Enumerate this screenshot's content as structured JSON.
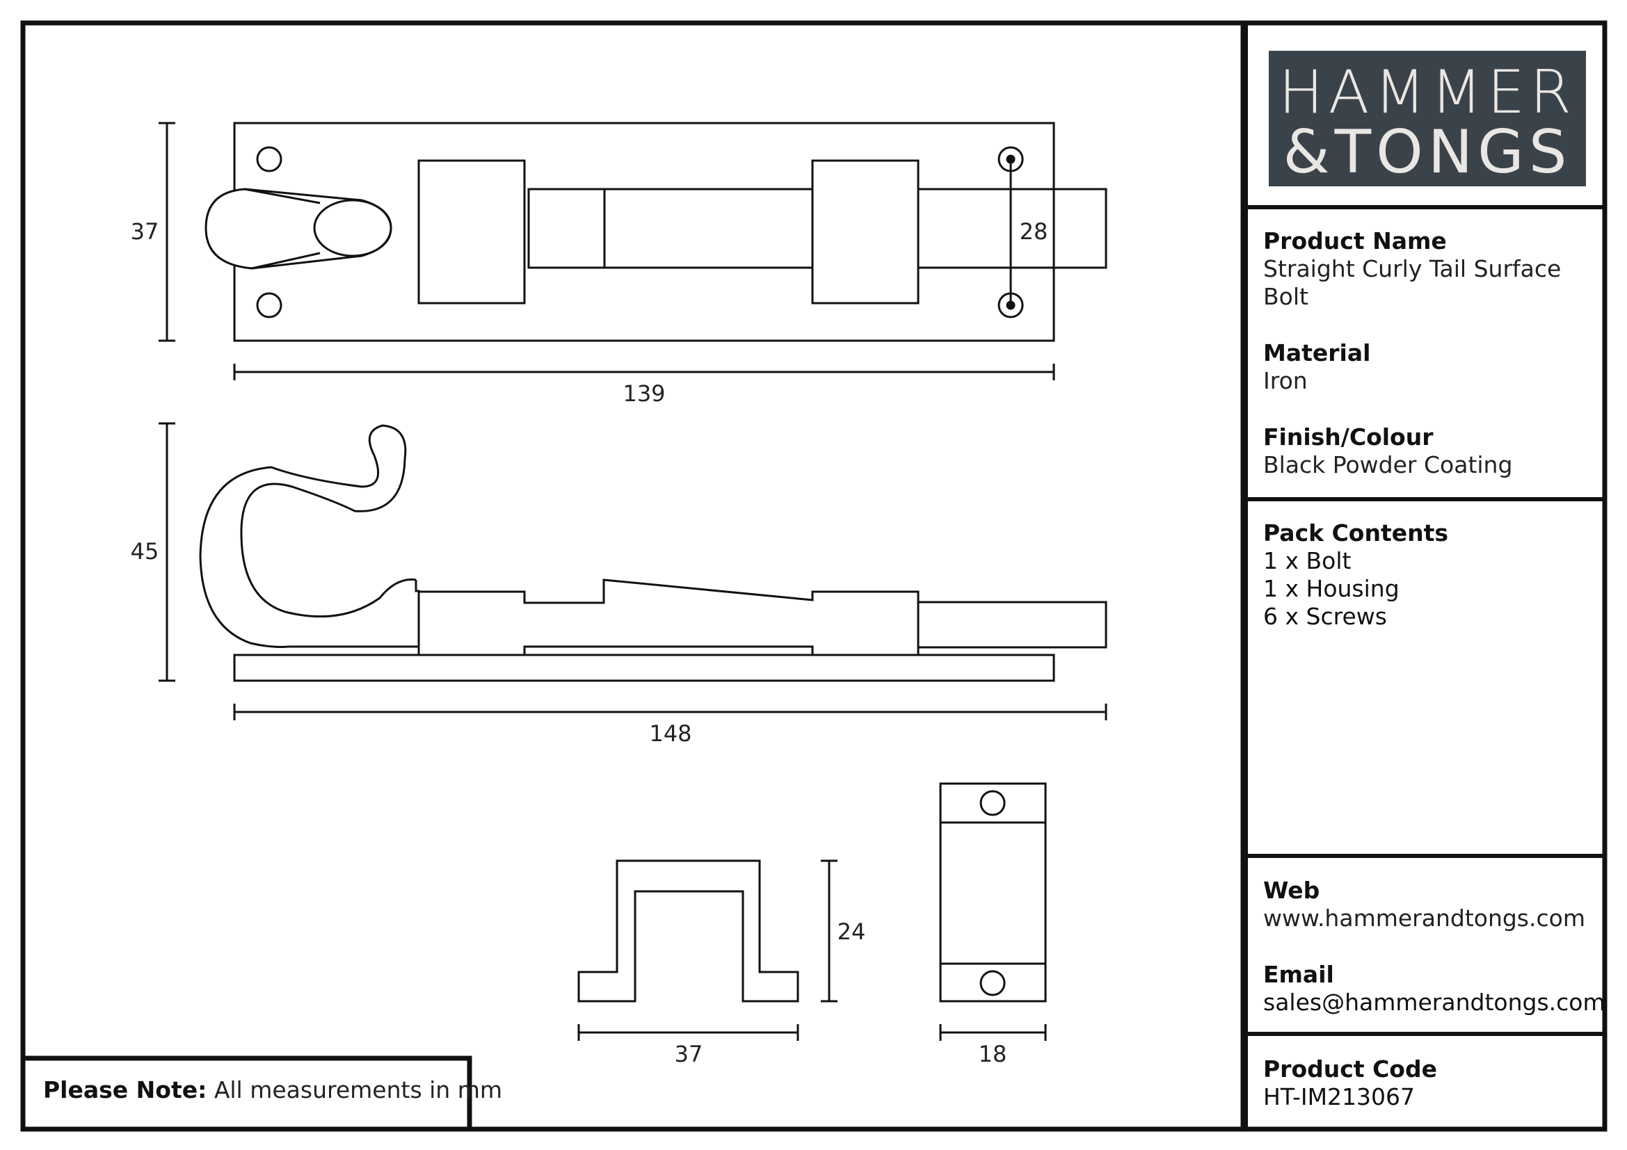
{
  "brand": {
    "line1": "HAMMER",
    "line2": "&TONGS"
  },
  "product": {
    "name_label": "Product Name",
    "name": "Straight Curly Tail Surface Bolt",
    "material_label": "Material",
    "material": "Iron",
    "finish_label": "Finish/Colour",
    "finish": "Black Powder Coating"
  },
  "pack": {
    "label": "Pack Contents",
    "items": [
      "1 x Bolt",
      "1 x Housing",
      "6 x Screws"
    ]
  },
  "contact": {
    "web_label": "Web",
    "web": "www.hammerandtongs.com",
    "email_label": "Email",
    "email": "sales@hammerandtongs.com"
  },
  "code": {
    "label": "Product Code",
    "value": "HT-IM213067"
  },
  "note": {
    "label": "Please Note:",
    "text": "All measurements in mm"
  },
  "dimensions": {
    "top_height": "37",
    "top_hole_spacing": "28",
    "top_length": "139",
    "side_height": "45",
    "side_length": "148",
    "keep_height": "24",
    "keep_width": "37",
    "keep_side_width": "18"
  },
  "colors": {
    "line": "#111111",
    "logo_bg": "#3b434a",
    "logo_text": "#e9e7e3"
  }
}
